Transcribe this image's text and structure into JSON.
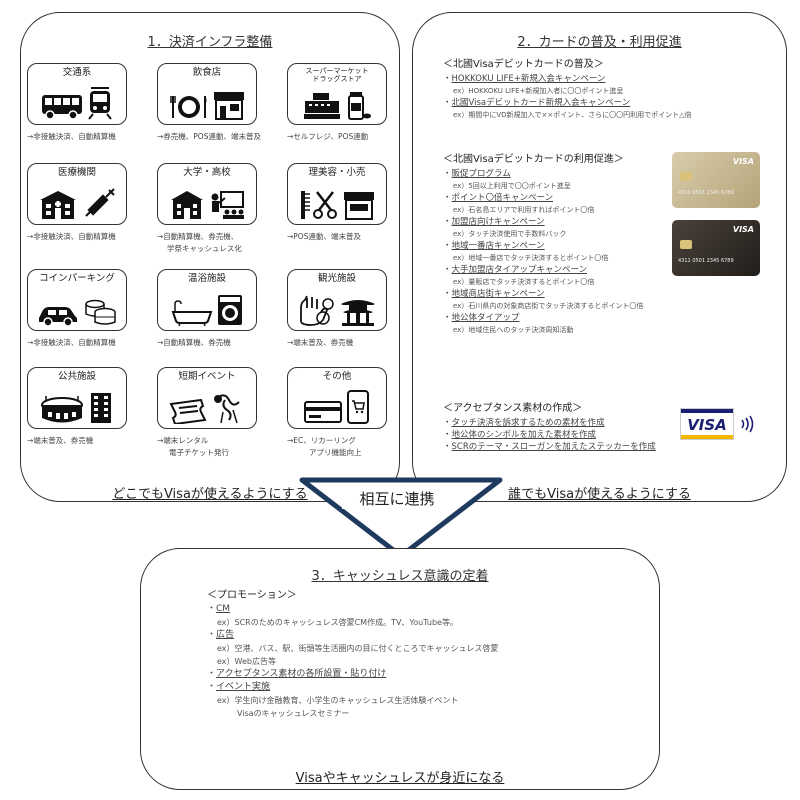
{
  "panel1": {
    "title": "1．決済インフラ整備",
    "footer": "どこでもVisaが使えるようにする",
    "cells": [
      {
        "label": "交通系",
        "notes": [
          "→非接触決済、自動精算機"
        ]
      },
      {
        "label": "飲食店",
        "notes": [
          "→券売機、POS連動、端末普及"
        ]
      },
      {
        "label": "スーパーマーケット\nドラッグストア",
        "notes": [
          "→セルフレジ、POS連動"
        ]
      },
      {
        "label": "医療機関",
        "notes": [
          "→非接触決済、自動精算機"
        ]
      },
      {
        "label": "大学・高校",
        "notes": [
          "→自動精算機、券売機、",
          "学祭キャッシュレス化"
        ]
      },
      {
        "label": "理美容・小売",
        "notes": [
          "→POS連動、端末普及"
        ]
      },
      {
        "label": "コインパーキング",
        "notes": [
          "→非接触決済、自動精算機"
        ]
      },
      {
        "label": "温浴施設",
        "notes": [
          "→自動精算機、券売機"
        ]
      },
      {
        "label": "観光施設",
        "notes": [
          "→端末普及、券売機"
        ]
      },
      {
        "label": "公共施設",
        "notes": [
          "→端末普及、券売機"
        ]
      },
      {
        "label": "短期イベント",
        "notes": [
          "→端末レンタル",
          "電子チケット発行"
        ]
      },
      {
        "label": "その他",
        "notes": [
          "→EC、リカーリング",
          "アプリ機能向上"
        ]
      }
    ]
  },
  "panel2": {
    "title": "2．カードの普及・利用促進",
    "footer": "誰でもVisaが使えるようにする",
    "section1": {
      "heading": "＜北國Visaデビットカードの普及＞",
      "items": [
        {
          "label": "HOKKOKU LIFE+新規入会キャンペーン",
          "ex": "ex）HOKKOKU LIFE+新規加入者に〇〇ポイント進呈"
        },
        {
          "label": "北國Visaデビットカード新規入会キャンペーン",
          "ex": "ex）期間中にVD新規加入で××ポイント、さらに〇〇円利用でポイント△倍"
        }
      ]
    },
    "section2": {
      "heading": "＜北國Visaデビットカードの利用促進＞",
      "items": [
        {
          "label": "販促プログラム",
          "ex": "ex）5回以上利用で〇〇ポイント進呈"
        },
        {
          "label": "ポイント〇倍キャンペーン",
          "ex": "ex）石名島エリアで利用すればポイント〇倍"
        },
        {
          "label": "加盟店向けキャンペーン",
          "ex": "ex）タッチ決済使用で手数料バック"
        },
        {
          "label": "地域一番店キャンペーン",
          "ex": "ex）地域一番店でタッチ決済するとポイント〇倍"
        },
        {
          "label": "大手加盟店タイアップキャンペーン",
          "ex": "ex）量販店でタッチ決済するとポイント〇倍"
        },
        {
          "label": "地域商店街キャンペーン",
          "ex": "ex）石川県内の対象商店街でタッチ決済するとポイント〇倍"
        },
        {
          "label": "地公体タイアップ",
          "ex": "ex）地域住民へのタッチ決済周知活動"
        }
      ]
    },
    "section3": {
      "heading": "＜アクセプタンス素材の作成＞",
      "items": [
        {
          "label": "タッチ決済を訴求するための素材を作成"
        },
        {
          "label": "地公体のシンボルを加えた素材を作成"
        },
        {
          "label": "SCRのテーマ・スローガンを加えたステッカーを作成"
        }
      ]
    },
    "card_gold": {
      "brand": "VISA",
      "number": "4311 0501 2345 6789"
    },
    "card_black": {
      "brand": "VISA",
      "number": "4311 0501 2345 6789"
    },
    "visa_logo": "VISA"
  },
  "center": {
    "label": "相互に連携"
  },
  "panel3": {
    "title": "3．キャッシュレス意識の定着",
    "footer": "Visaやキャッシュレスが身近になる",
    "heading": "＜プロモーション＞",
    "items": [
      {
        "label": "CM",
        "ex": [
          "ex）SCRのためのキャッシュレス啓蒙CM作成。TV、YouTube等。"
        ]
      },
      {
        "label": "広告",
        "ex": [
          "ex）空港、バス、駅、街頭等生活圏内の目に付くところでキャッシュレス啓蒙",
          "ex）Web広告等"
        ]
      },
      {
        "label": "アクセプタンス素材の各所設置・貼り付け",
        "ex": []
      },
      {
        "label": "イベント実施",
        "ex": [
          "ex）学生向け金融教育、小学生のキャッシュレス生活体験イベント",
          "Visaのキャッシュレスセミナー"
        ]
      }
    ]
  },
  "colors": {
    "stroke": "#333333",
    "visa_blue": "#1a1f71",
    "visa_gold": "#f7b600",
    "card_gold": "#c8b78c",
    "card_black": "#3a3530"
  }
}
